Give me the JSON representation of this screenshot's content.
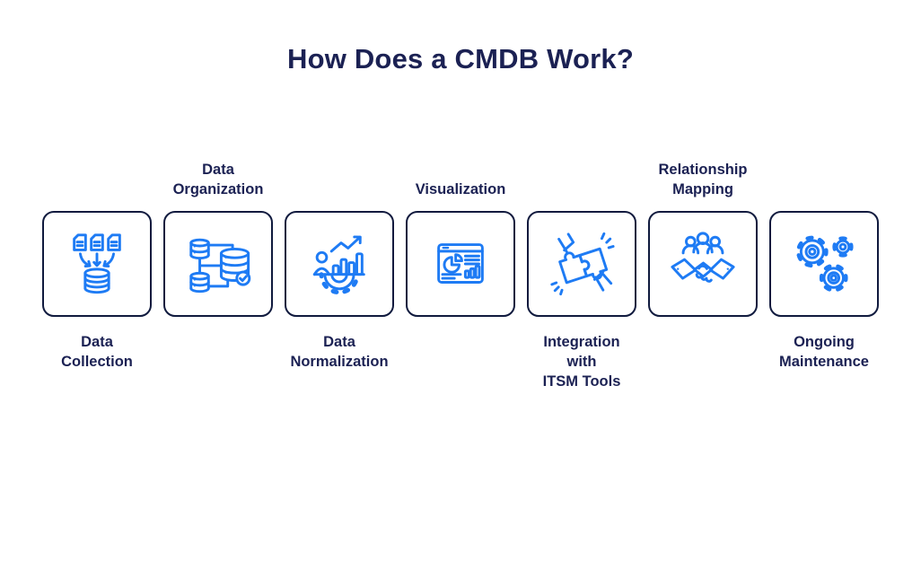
{
  "title": "How Does a CMDB Work?",
  "colors": {
    "background": "#ffffff",
    "title-color": "#1b2153",
    "label-color": "#1b2153",
    "box-border": "#101a3e",
    "icon-color": "#1e7bf4"
  },
  "steps": [
    {
      "id": "data-collection",
      "label": "Data\nCollection",
      "label_position": "below",
      "icon": "documents-to-database-icon"
    },
    {
      "id": "data-organization",
      "label": "Data\nOrganization",
      "label_position": "above",
      "icon": "linked-databases-icon"
    },
    {
      "id": "data-normalization",
      "label": "Data\nNormalization",
      "label_position": "below",
      "icon": "person-analytics-gear-icon"
    },
    {
      "id": "visualization",
      "label": "Visualization",
      "label_position": "above",
      "icon": "dashboard-charts-icon"
    },
    {
      "id": "integration-itsm",
      "label": "Integration with\nITSM Tools",
      "label_position": "below",
      "icon": "hands-puzzle-icon"
    },
    {
      "id": "relationship-mapping",
      "label": "Relationship\nMapping",
      "label_position": "above",
      "icon": "handshake-team-icon"
    },
    {
      "id": "ongoing-maintenance",
      "label": "Ongoing\nMaintenance",
      "label_position": "below",
      "icon": "gears-icon"
    }
  ]
}
